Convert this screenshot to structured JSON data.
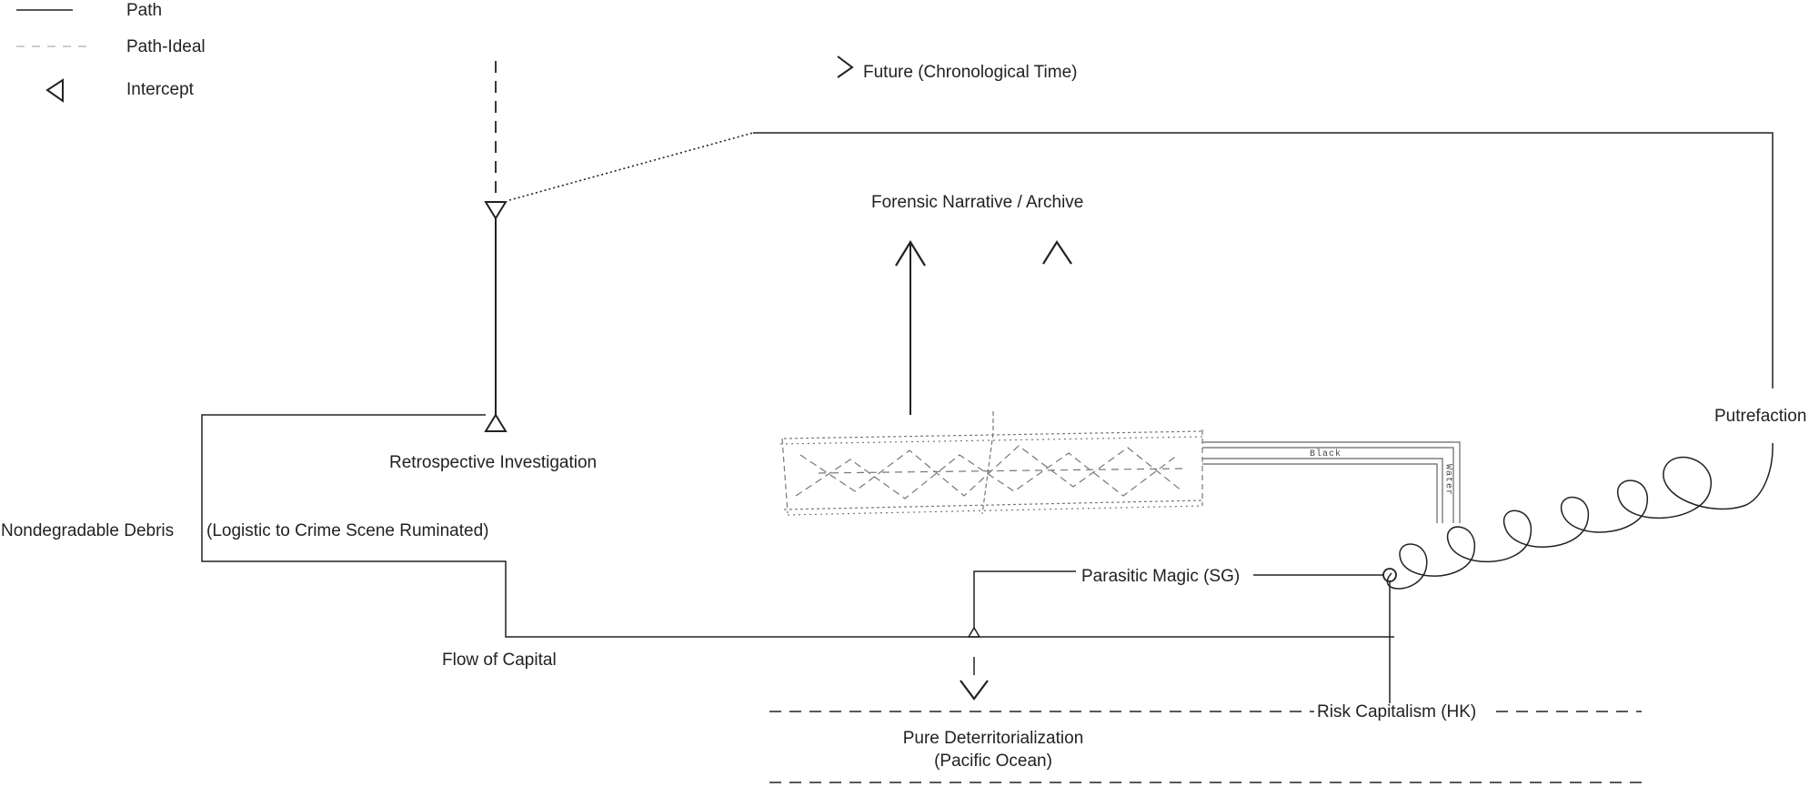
{
  "legend": {
    "path": "Path",
    "path_ideal": "Path-Ideal",
    "intercept": "Intercept"
  },
  "labels": {
    "future": "Future (Chronological Time)",
    "forensic": "Forensic Narrative / Archive",
    "retrospective": "Retrospective Investigation",
    "nondegradable": "Nondegradable Debris",
    "logistic": "(Logistic to Crime Scene Ruminated)",
    "flow_of_capital": "Flow of Capital",
    "parasitic_magic": "Parasitic Magic (SG)",
    "putrefaction": "Putrefaction",
    "risk_capitalism": "Risk Capitalism (HK)",
    "pure_deterritorialization": "Pure Deterritorialization",
    "pacific_ocean": "(Pacific Ocean)",
    "black": "Black",
    "water": "Water"
  },
  "colors": {
    "line": "#222222",
    "path_ideal_legend": "#bbbbbb",
    "sketch": "#777777",
    "background": "#ffffff"
  }
}
